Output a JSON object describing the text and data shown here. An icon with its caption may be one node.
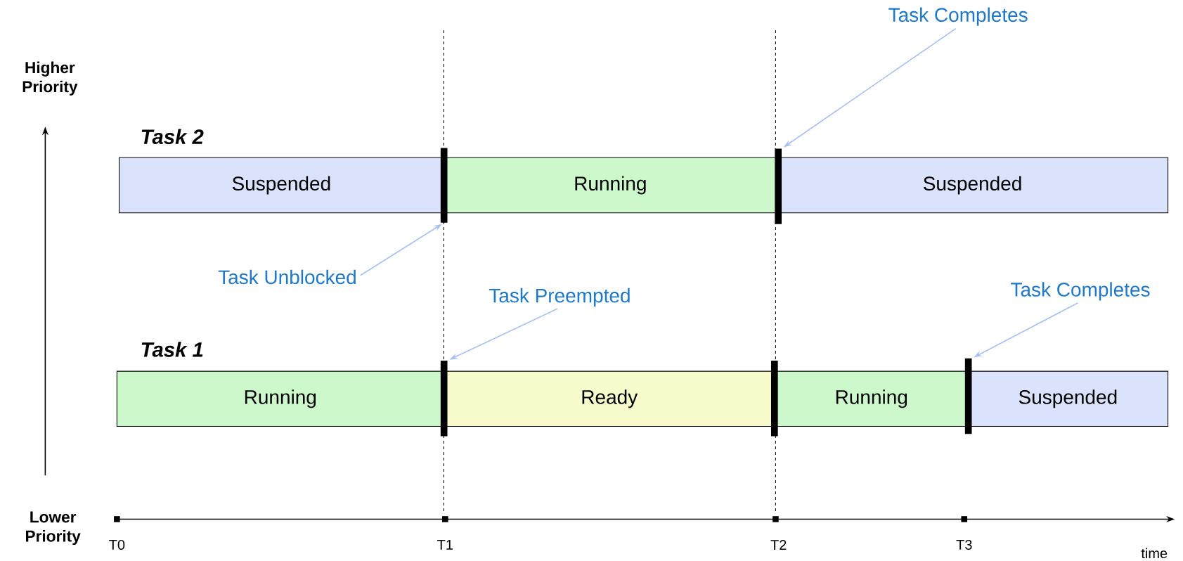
{
  "diagram": {
    "nodes": [
      {
        "text": [
          "Task Completes"
        ]
      },
      {
        "text": [
          "Suspended"
        ]
      },
      {
        "text": [
          "Running"
        ]
      },
      {
        "text": [
          "Suspended"
        ]
      },
      {
        "text": [],
        "shape": "bar"
      },
      {
        "text": [],
        "shape": "bar"
      },
      {
        "text": [
          "Task Unblocked"
        ]
      },
      {
        "text": [
          "Task Preempted"
        ]
      },
      {
        "text": [
          "Task Completes"
        ]
      },
      {
        "text": [
          "Running"
        ]
      },
      {
        "text": [
          "Ready"
        ]
      },
      {
        "text": [
          "Running"
        ]
      },
      {
        "text": [
          "Suspended"
        ]
      },
      {
        "text": [],
        "shape": "bar"
      },
      {
        "text": [],
        "shape": "bar"
      },
      {
        "text": [],
        "shape": "bar"
      }
    ],
    "edges": [
      {
        "from": 0,
        "to": 5,
        "arrow": "to"
      },
      {
        "from": 6,
        "to": 4,
        "arrow": "to"
      },
      {
        "from": 7,
        "to": 13,
        "arrow": "to"
      },
      {
        "from": 8,
        "to": 15,
        "arrow": "to"
      }
    ],
    "labels": [
      "Higher Priority",
      "Task 2",
      "Task 1",
      "Lower Priority",
      "T0",
      "T1",
      "T2",
      "T3",
      "time"
    ]
  }
}
